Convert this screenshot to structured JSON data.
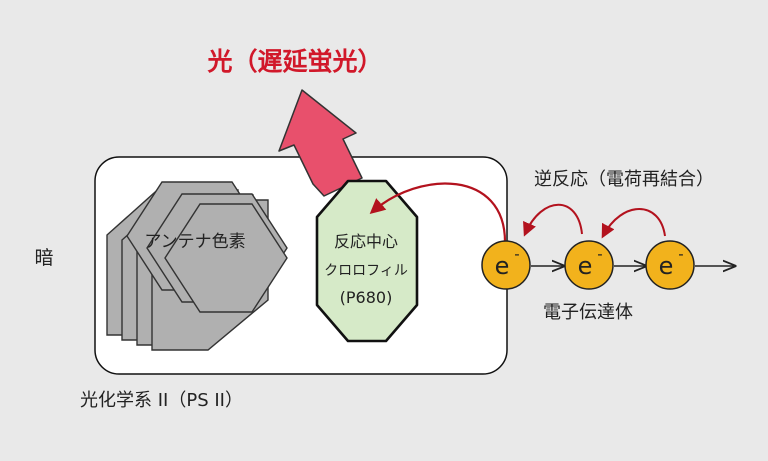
{
  "title": "光（遅延蛍光）",
  "dark_label": "暗",
  "antenna_label": "アンテナ色素",
  "reaction_center": {
    "line1": "反応中心",
    "line2": "クロロフィル",
    "line3": "(P680)"
  },
  "back_reaction_label": "逆反応（電荷再結合）",
  "electron_symbol": "e",
  "electron_charge": "-",
  "electron_carrier_label": "電子伝達体",
  "photosystem_label": "光化学系 II（PS II）",
  "colors": {
    "background": "#e9e9e9",
    "title_red": "#d1182a",
    "arrow_pink": "#e8506c",
    "curve_red": "#b3121e",
    "antenna_fill": "#b0b0b0",
    "center_fill": "#d6eac8",
    "electron_fill": "#f2b21c"
  }
}
